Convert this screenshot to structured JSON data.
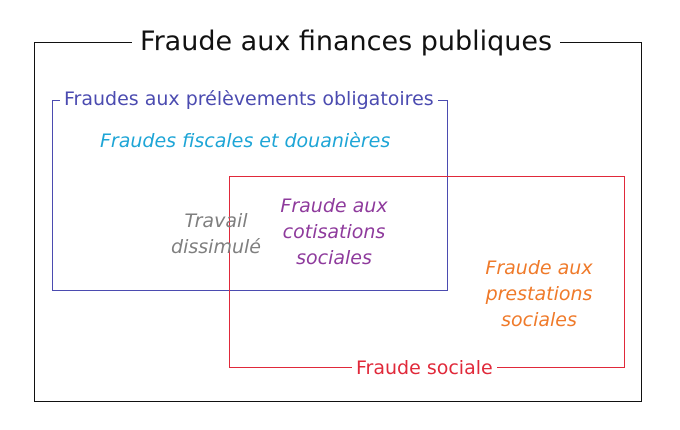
{
  "title": "Fraude aux finances publiques",
  "sets": {
    "prelevements": {
      "label": "Fraudes aux prélèvements obligatoires",
      "color": "#4b4bb0"
    },
    "sociale": {
      "label": "Fraude sociale",
      "color": "#e0293a"
    }
  },
  "regions": {
    "fiscal": {
      "text": "Fraudes fiscales et douanières",
      "color": "#1ea5d6"
    },
    "travail": {
      "lines": [
        "Travail",
        "dissimulé"
      ],
      "color": "#7f7f7f"
    },
    "cotisations": {
      "lines": [
        "Fraude aux",
        "cotisations",
        "sociales"
      ],
      "color": "#8e3a9c"
    },
    "prestations": {
      "lines": [
        "Fraude aux",
        "prestations",
        "sociales"
      ],
      "color": "#ef7a2a"
    }
  }
}
